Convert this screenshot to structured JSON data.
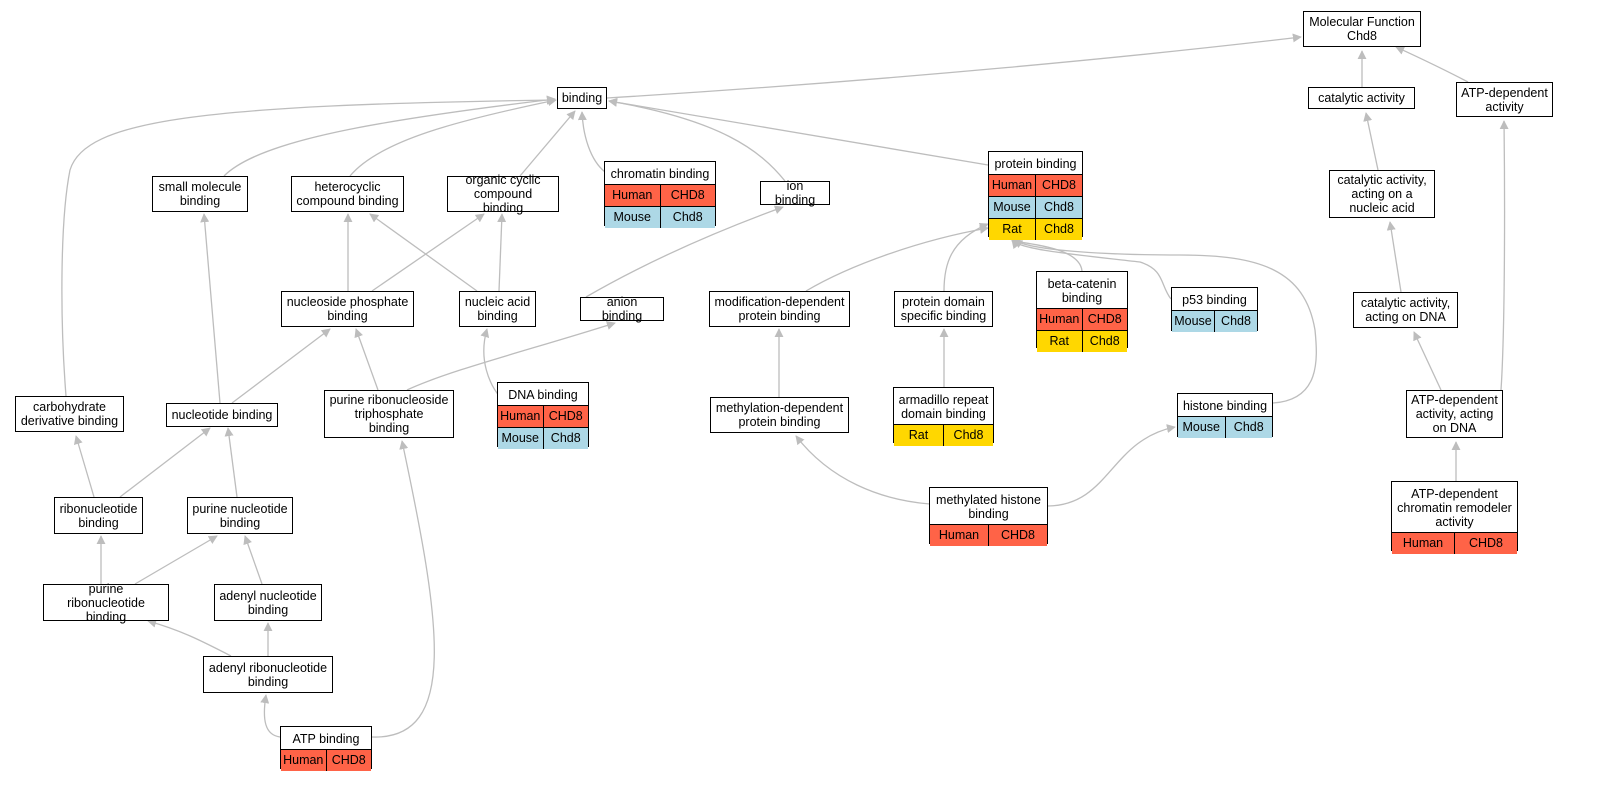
{
  "species_colors": {
    "Human": "#ff6347",
    "Mouse": "#add8e6",
    "Rat": "#ffd700"
  },
  "edge_color": "#bdbdbd",
  "nodes": {
    "mf": {
      "label": "Molecular Function\nChd8",
      "rows": []
    },
    "binding": {
      "label": "binding",
      "rows": []
    },
    "catalytic": {
      "label": "catalytic activity",
      "rows": []
    },
    "atp_dep": {
      "label": "ATP-dependent\nactivity",
      "rows": []
    },
    "small_mol": {
      "label": "small molecule\nbinding",
      "rows": []
    },
    "heterocyclic": {
      "label": "heterocyclic\ncompound binding",
      "rows": []
    },
    "organic_cyclic": {
      "label": "organic cyclic\ncompound binding",
      "rows": []
    },
    "chromatin": {
      "label": "chromatin binding",
      "rows": [
        [
          "Human",
          "CHD8"
        ],
        [
          "Mouse",
          "Chd8"
        ]
      ]
    },
    "ion": {
      "label": "ion binding",
      "rows": []
    },
    "protein": {
      "label": "protein binding",
      "rows": [
        [
          "Human",
          "CHD8"
        ],
        [
          "Mouse",
          "Chd8"
        ],
        [
          "Rat",
          "Chd8"
        ]
      ]
    },
    "cat_na": {
      "label": "catalytic activity,\nacting on a\nnucleic acid",
      "rows": []
    },
    "nuc_phos": {
      "label": "nucleoside phosphate\nbinding",
      "rows": []
    },
    "nucleic_acid": {
      "label": "nucleic acid\nbinding",
      "rows": []
    },
    "anion": {
      "label": "anion binding",
      "rows": []
    },
    "mod_dep": {
      "label": "modification-dependent\nprotein binding",
      "rows": []
    },
    "prot_domain": {
      "label": "protein domain\nspecific binding",
      "rows": []
    },
    "beta_catenin": {
      "label": "beta-catenin\nbinding",
      "rows": [
        [
          "Human",
          "CHD8"
        ],
        [
          "Rat",
          "Chd8"
        ]
      ]
    },
    "p53": {
      "label": "p53 binding",
      "rows": [
        [
          "Mouse",
          "Chd8"
        ]
      ]
    },
    "cat_dna": {
      "label": "catalytic activity,\nacting on DNA",
      "rows": []
    },
    "dna": {
      "label": "DNA binding",
      "rows": [
        [
          "Human",
          "CHD8"
        ],
        [
          "Mouse",
          "Chd8"
        ]
      ]
    },
    "carbo": {
      "label": "carbohydrate\nderivative binding",
      "rows": []
    },
    "nucleotide": {
      "label": "nucleotide binding",
      "rows": []
    },
    "pur_rns_tp": {
      "label": "purine ribonucleoside\ntriphosphate\nbinding",
      "rows": []
    },
    "meth_dep": {
      "label": "methylation-dependent\nprotein binding",
      "rows": []
    },
    "armadillo": {
      "label": "armadillo repeat\ndomain binding",
      "rows": [
        [
          "Rat",
          "Chd8"
        ]
      ]
    },
    "histone": {
      "label": "histone binding",
      "rows": [
        [
          "Mouse",
          "Chd8"
        ]
      ]
    },
    "atp_dep_dna": {
      "label": "ATP-dependent\nactivity, acting\non DNA",
      "rows": []
    },
    "ribonuc": {
      "label": "ribonucleotide\nbinding",
      "rows": []
    },
    "pur_nuc": {
      "label": "purine nucleotide\nbinding",
      "rows": []
    },
    "meth_histone": {
      "label": "methylated histone\nbinding",
      "rows": [
        [
          "Human",
          "CHD8"
        ]
      ]
    },
    "atp_chrom": {
      "label": "ATP-dependent\nchromatin remodeler\nactivity",
      "rows": [
        [
          "Human",
          "CHD8"
        ]
      ]
    },
    "pur_ribonuc": {
      "label": "purine ribonucleotide\nbinding",
      "rows": []
    },
    "adenyl_nuc": {
      "label": "adenyl nucleotide\nbinding",
      "rows": []
    },
    "adenyl_ribonuc": {
      "label": "adenyl ribonucleotide\nbinding",
      "rows": []
    },
    "atp": {
      "label": "ATP binding",
      "rows": [
        [
          "Human",
          "CHD8"
        ]
      ]
    }
  }
}
